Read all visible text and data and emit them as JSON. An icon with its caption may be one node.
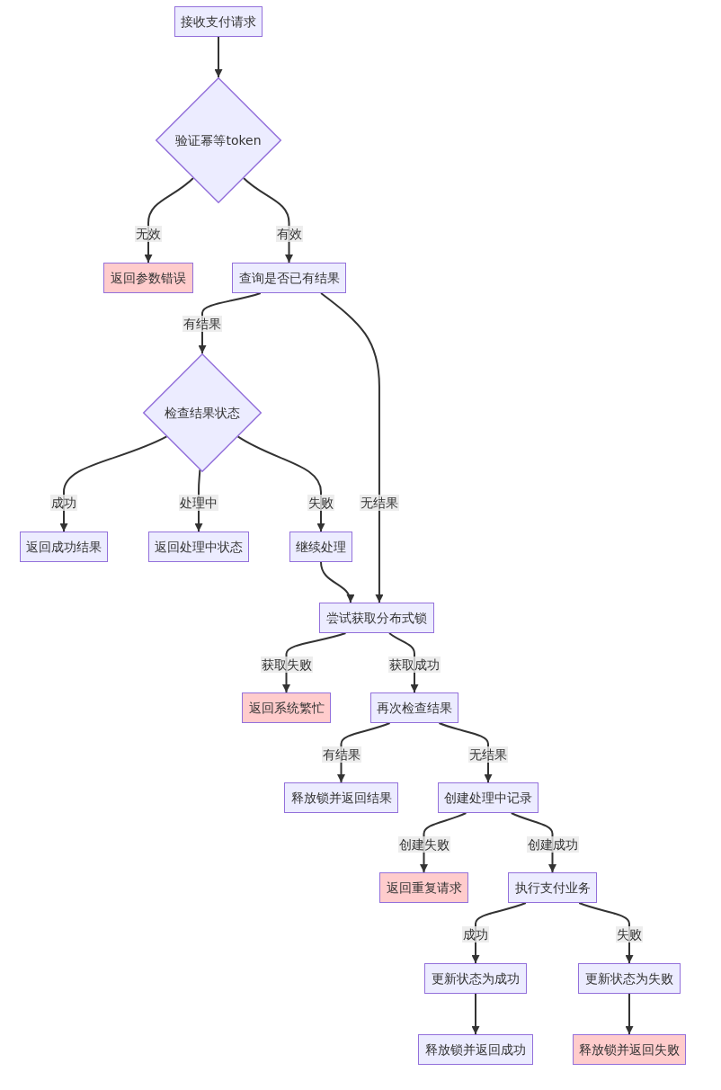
{
  "diagram": {
    "nodes": [
      {
        "text": [
          "接收支付请求"
        ]
      },
      {
        "text": [
          "验证幂等token"
        ]
      },
      {
        "text": [
          "返回参数错误"
        ]
      },
      {
        "text": [
          "查询是否已有结果"
        ]
      },
      {
        "text": [
          "检查结果状态"
        ]
      },
      {
        "text": [
          "返回成功结果"
        ]
      },
      {
        "text": [
          "返回处理中状态"
        ]
      },
      {
        "text": [
          "继续处理"
        ]
      },
      {
        "text": [
          "尝试获取分布式锁"
        ]
      },
      {
        "text": [
          "返回系统繁忙"
        ]
      },
      {
        "text": [
          "再次检查结果"
        ]
      },
      {
        "text": [
          "释放锁并返回结果"
        ]
      },
      {
        "text": [
          "创建处理中记录"
        ]
      },
      {
        "text": [
          "返回重复请求"
        ]
      },
      {
        "text": [
          "执行支付业务"
        ]
      },
      {
        "text": [
          "更新状态为成功"
        ]
      },
      {
        "text": [
          "更新状态为失败"
        ]
      },
      {
        "text": [
          "释放锁并返回成功"
        ]
      },
      {
        "text": [
          "释放锁并返回失败"
        ]
      }
    ],
    "edges": [
      {
        "from": 0,
        "to": 1,
        "arrow": "to"
      },
      {
        "from": 1,
        "to": 2,
        "arrow": "to",
        "label": "无效"
      },
      {
        "from": 1,
        "to": 3,
        "arrow": "to",
        "label": "有效"
      },
      {
        "from": 3,
        "to": 4,
        "arrow": "to",
        "label": "有结果"
      },
      {
        "from": 3,
        "to": 8,
        "arrow": "to",
        "label": "无结果"
      },
      {
        "from": 4,
        "to": 5,
        "arrow": "to",
        "label": "成功"
      },
      {
        "from": 4,
        "to": 6,
        "arrow": "to",
        "label": "处理中"
      },
      {
        "from": 4,
        "to": 7,
        "arrow": "to",
        "label": "失败"
      },
      {
        "from": 7,
        "to": 8,
        "arrow": "to"
      },
      {
        "from": 8,
        "to": 9,
        "arrow": "to",
        "label": "获取失败"
      },
      {
        "from": 8,
        "to": 10,
        "arrow": "to",
        "label": "获取成功"
      },
      {
        "from": 10,
        "to": 11,
        "arrow": "to",
        "label": "有结果"
      },
      {
        "from": 10,
        "to": 12,
        "arrow": "to",
        "label": "无结果"
      },
      {
        "from": 12,
        "to": 13,
        "arrow": "to",
        "label": "创建失败"
      },
      {
        "from": 12,
        "to": 14,
        "arrow": "to",
        "label": "创建成功"
      },
      {
        "from": 14,
        "to": 15,
        "arrow": "to",
        "label": "成功"
      },
      {
        "from": 14,
        "to": 16,
        "arrow": "to",
        "label": "失败"
      },
      {
        "from": 15,
        "to": 17,
        "arrow": "to"
      },
      {
        "from": 16,
        "to": 18,
        "arrow": "to"
      }
    ]
  }
}
